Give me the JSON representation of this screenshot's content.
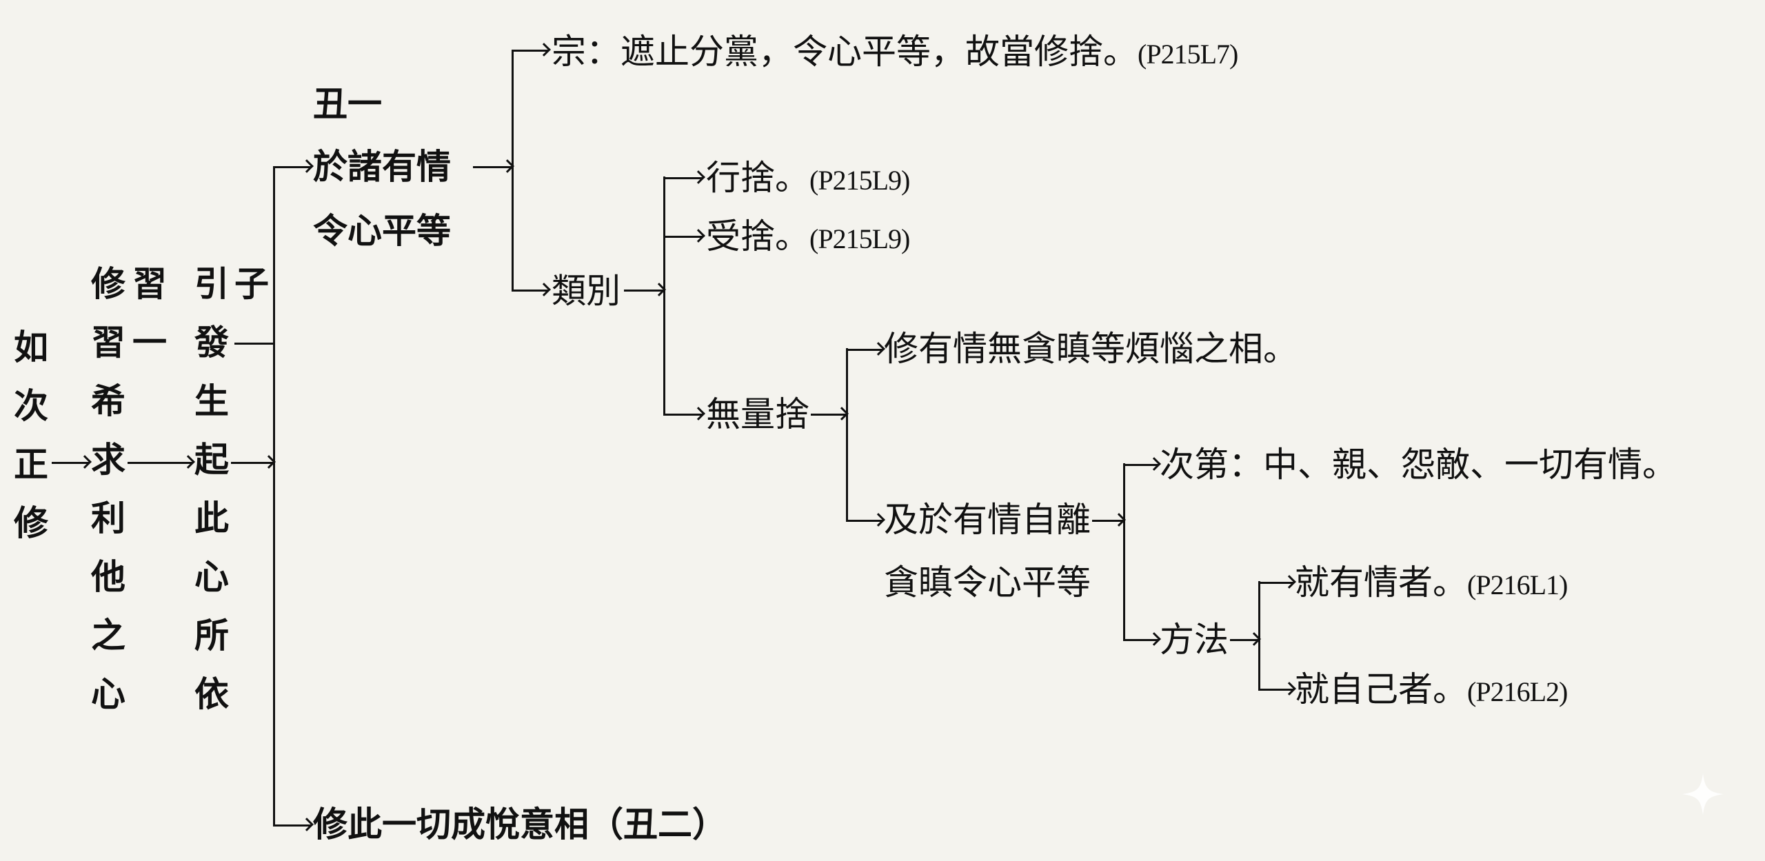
{
  "root": {
    "label": "如次正修"
  },
  "level1": {
    "left_column": "修習希求利他之心",
    "left_column_side": "習一",
    "right_column": "引發生起此心所依",
    "right_column_side": "子"
  },
  "branch_a": {
    "tag": "丑一",
    "line1": "於諸有情",
    "line2": "令心平等",
    "thesis": {
      "text": "宗：遮止分黨，令心平等，故當修捨。",
      "ref": "(P215L7)"
    },
    "category": {
      "label": "類別",
      "items": [
        {
          "text": "行捨。",
          "ref": "(P215L9)"
        },
        {
          "text": "受捨。",
          "ref": "(P215L9)"
        }
      ],
      "immeasurable": {
        "label": "無量捨",
        "item1": "修有情無貪瞋等煩惱之相。",
        "item2_line1": "及於有情自離",
        "item2_line2": "貪瞋令心平等",
        "order": "次第：中、親、怨敵、一切有情。",
        "method": {
          "label": "方法",
          "items": [
            {
              "text": "就有情者。",
              "ref": "(P216L1)"
            },
            {
              "text": "就自己者。",
              "ref": "(P216L2)"
            }
          ]
        }
      }
    }
  },
  "branch_b": {
    "label": "修此一切成悅意相（丑二）"
  }
}
